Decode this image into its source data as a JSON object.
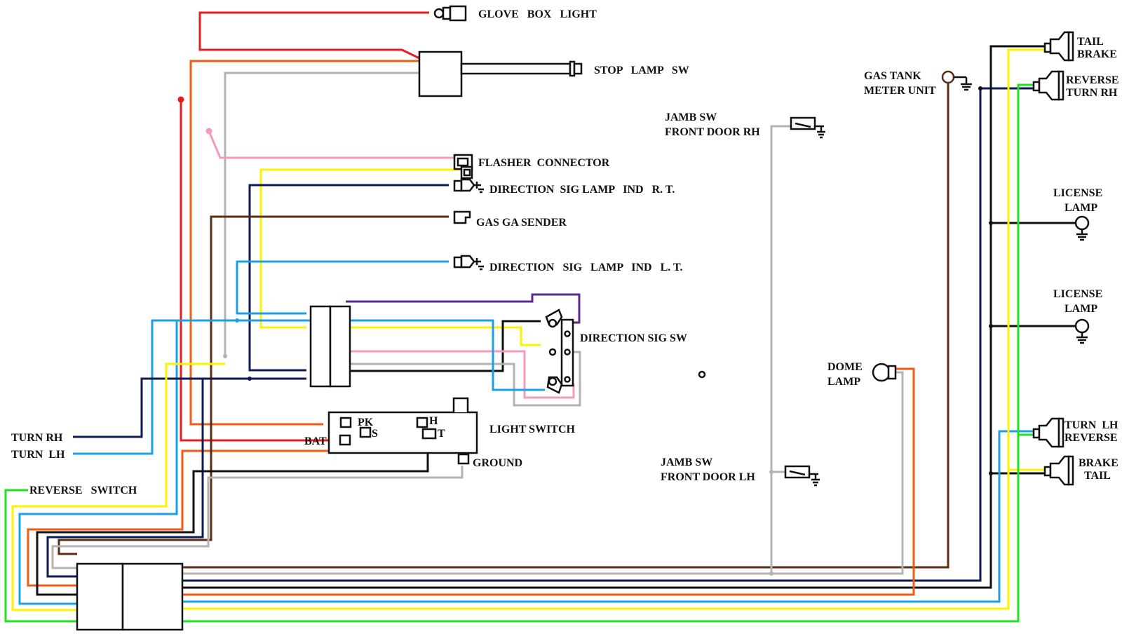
{
  "colors": {
    "red": "#e81c1c",
    "orange": "#f05a14",
    "gray": "#b3b3b3",
    "pink": "#f39ac4",
    "yellow": "#fff200",
    "navy": "#0d1a55",
    "brown": "#5a2e14",
    "lightblue": "#1aa0e6",
    "purple": "#5b2a8a",
    "green": "#22e022",
    "black": "#111111"
  },
  "labels": {
    "glove_box_light": "GLOVE   BOX   LIGHT",
    "stop_lamp_sw": "STOP   LAMP   SW",
    "flasher_connector": "FLASHER  CONNECTOR",
    "direction_sig_lamp_ind_rt": "DIRECTION  SIG LAMP   IND   R. T.",
    "gas_ga_sender": "GAS GA SENDER",
    "direction_sig_lamp_ind_lt": "DIRECTION   SIG   LAMP   IND   L. T.",
    "direction_sig_sw": "DIRECTION SIG SW",
    "light_switch": "LIGHT SWITCH",
    "pk": "PK",
    "s": "S",
    "h": "H",
    "t": "T",
    "bat": "BAT",
    "ground": "GROUND",
    "turn_rh": "TURN RH",
    "turn_lh": "TURN  LH",
    "reverse_switch": "REVERSE   SWITCH",
    "jamb_sw_rh_1": "JAMB SW",
    "jamb_sw_rh_2": "FRONT DOOR RH",
    "jamb_sw_lh_1": "JAMB SW",
    "jamb_sw_lh_2": "FRONT DOOR LH",
    "gas_tank_1": "GAS TANK",
    "gas_tank_2": "METER UNIT",
    "dome_lamp_1": "DOME",
    "dome_lamp_2": "LAMP",
    "tail_brake_1": "TAIL",
    "tail_brake_2": "BRAKE",
    "reverse_turn_rh_1": "REVERSE",
    "reverse_turn_rh_2": "TURN RH",
    "license_lamp_1_a": "LICENSE",
    "license_lamp_1_b": "LAMP",
    "license_lamp_2_a": "LICENSE",
    "license_lamp_2_b": "LAMP",
    "turn_lh_reverse_1": "TURN  LH",
    "turn_lh_reverse_2": "REVERSE",
    "brake_tail_1": "BRAKE",
    "brake_tail_2": "TAIL"
  }
}
